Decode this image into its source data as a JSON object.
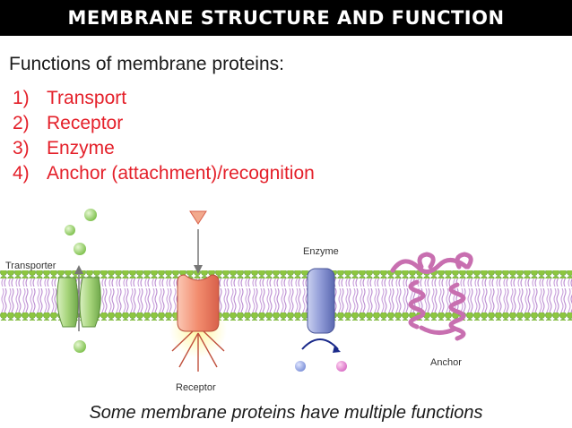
{
  "slide": {
    "title": "MEMBRANE STRUCTURE AND FUNCTION",
    "intro": "Functions of membrane proteins:",
    "functions": [
      {
        "num": "1)",
        "label": "Transport"
      },
      {
        "num": "2)",
        "label": "Receptor"
      },
      {
        "num": "3)",
        "label": "Enzyme"
      },
      {
        "num": "4)",
        "label": "Anchor (attachment)/recognition"
      }
    ],
    "diagram_labels": {
      "transporter": "Transporter",
      "enzyme": "Enzyme",
      "receptor": "Receptor",
      "anchor": "Anchor"
    },
    "footer": "Some membrane proteins have multiple functions"
  },
  "colors": {
    "title_bg": "#000000",
    "list_text": "#e4202a",
    "lipid_head": "#8dc63f",
    "lipid_tail": "#c9a0dc",
    "transporter": "#a6d47a",
    "receptor": "#f28c6e",
    "enzyme": "#7f8fcf",
    "anchor": "#c86fb0"
  }
}
